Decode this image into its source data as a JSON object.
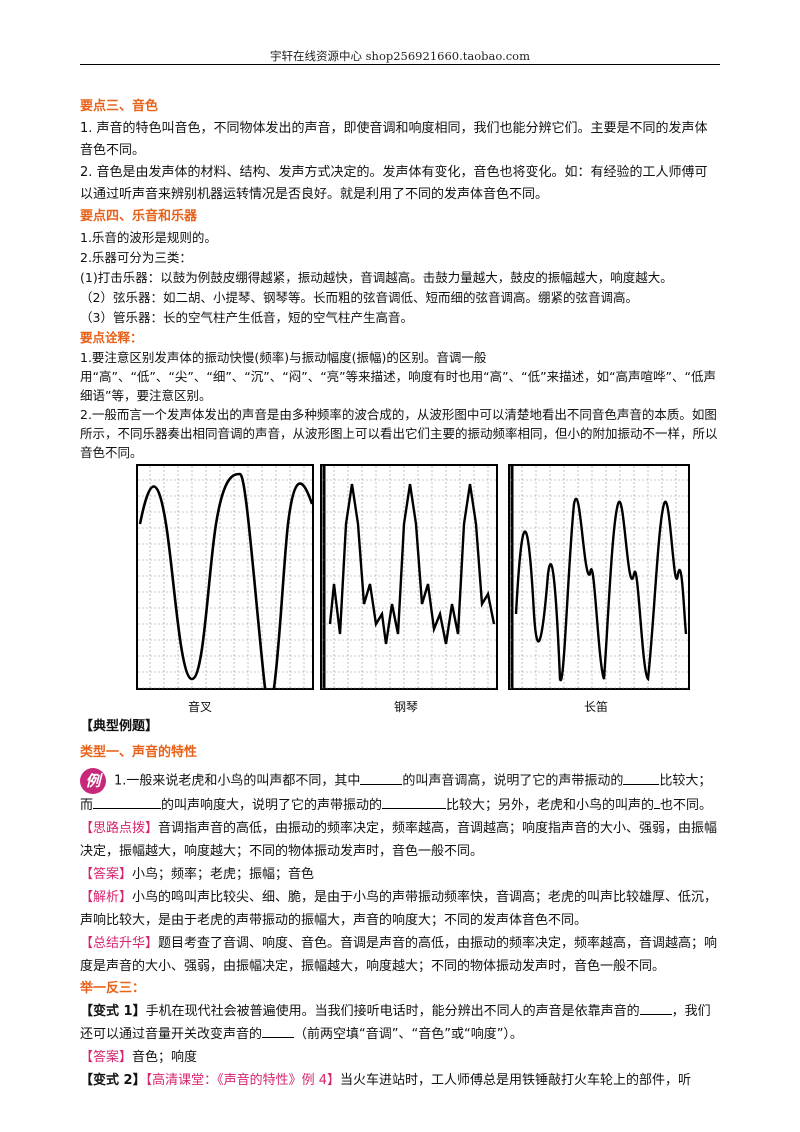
{
  "header": {
    "text": "宇轩在线资源中心   shop256921660.taobao.com"
  },
  "s3": {
    "title": "要点三、音色",
    "p1": "1.  声音的特色叫音色，不同物体发出的声音，即使音调和响度相同，我们也能分辨它们。主要是不同的发声体音色不同。",
    "p2": "2.  音色是由发声体的材料、结构、发声方式决定的。发声体有变化，音色也将变化。如：有经验的工人师傅可以通过听声音来辨别机器运转情况是否良好。就是利用了不同的发声体音色不同。"
  },
  "s4": {
    "title": "要点四、乐音和乐器",
    "l1": "1.乐音的波形是规则的。",
    "l2": "2.乐器可分为三类：",
    "l3": "(1)打击乐器：以鼓为例鼓皮绷得越紧，振动越快，音调越高。击鼓力量越大，鼓皮的振幅越大，响度越大。",
    "l4": "（2）弦乐器：如二胡、小提琴、钢琴等。长而粗的弦音调低、短而细的弦音调高。绷紧的弦音调高。",
    "l5": "（3）管乐器：长的空气柱产生低音，短的空气柱产生高音。"
  },
  "notes": {
    "title": "要点诠释：",
    "n1": "1.要注意区别发声体的振动快慢(频率)与振动幅度(振幅)的区别。音调一般用“高”、“低”、“尖”、“细”、“沉”、“闷”、“亮”等来描述，响度有时也用“高”、“低”来描述，如“高声喧哗”、“低声细语”等，要注意区别。",
    "n2": "2.一般而言一个发声体发出的声音是由多种频率的波合成的，从波形图中可以清楚地看出不同音色声音的本质。如图所示，不同乐器奏出相同音调的声音，从波形图上可以看出它们主要的振动频率相同，但小的附加振动不一样，所以音色不同。"
  },
  "waves": {
    "labels": [
      "音叉",
      "钢琴",
      "长笛"
    ]
  },
  "examples": {
    "title": "【典型例题】",
    "type1": "类型一、声音的特性",
    "badge": "例",
    "q1a": "1.一般来说老虎和小鸟的叫声都不同，其中",
    "q1b": "的叫声音调高，说明了它的声带振动的",
    "q1c": "比较大；而",
    "q1d": "的叫声响度大，说明了它的声带振动的",
    "q1e": "比较大；另外，老虎和小鸟的叫声的",
    "q1f": "也不同。",
    "hint_tag": "【思路点拨】",
    "hint": "音调指声音的高低，由振动的频率决定，频率越高，音调越高；响度指声音的大小、强弱，由振幅决定，振幅越大，响度越大；不同的物体振动发声时，音色一般不同。",
    "ans_tag": "【答案】",
    "ans": "小鸟；频率；老虎；振幅；音色",
    "expl_tag": "【解析】",
    "expl": "小鸟的鸣叫声比较尖、细、脆，是由于小鸟的声带振动频率快，音调高；老虎的叫声比较雄厚、低沉，声响比较大，是由于老虎的声带振动的振幅大，声音的响度大；不同的发声体音色不同。",
    "sum_tag": "【总结升华】",
    "sum": "题目考查了音调、响度、音色。音调是声音的高低，由振动的频率决定，频率越高，音调越高；响度是声音的大小、强弱，由振幅决定，振幅越大，响度越大；不同的物体振动发声时，音色一般不同。",
    "jyfs": "举一反三：",
    "v1_tag": "【变式 1】",
    "v1a": "手机在现代社会被普遍使用。当我们接听电话时，能分辨出不同人的声音是依靠声音的",
    "v1b": "，我们还可以通过音量开关改变声音的",
    "v1c": "（前两空填“音调”、“音色”或“响度”）。",
    "v1_ans_tag": "【答案】",
    "v1_ans": "音色；响度",
    "v2_tag": "【变式 2】",
    "v2_link": "【高清课堂：《声音的特性》例 4】",
    "v2": "当火车进站时，工人师傅总是用铁锤敲打火车轮上的部件，听"
  },
  "colors": {
    "accent": "#e8621a",
    "tag": "#d6256f",
    "badge": "#c8287a"
  }
}
